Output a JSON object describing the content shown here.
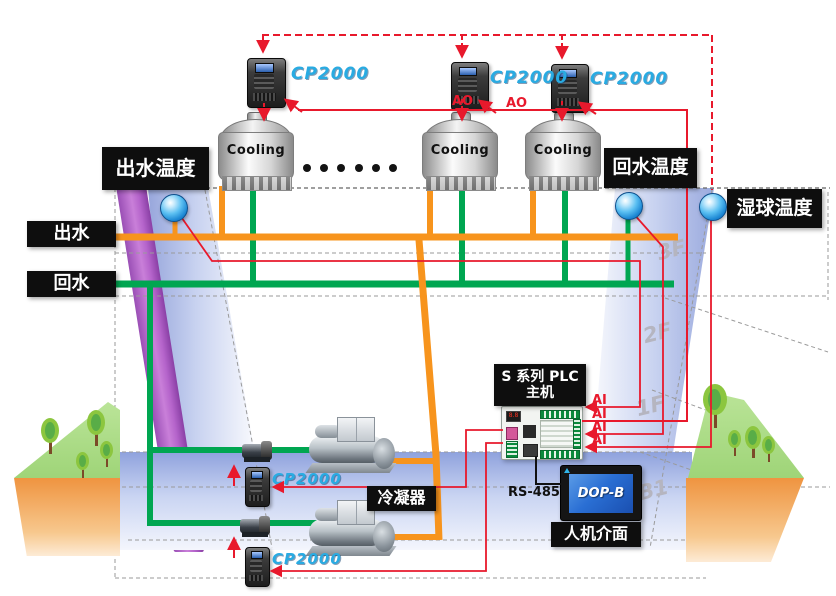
{
  "diagram": {
    "towers": [
      {
        "label": "Cooling"
      },
      {
        "label": "Cooling"
      },
      {
        "label": "Cooling"
      }
    ],
    "drives_top": [
      {
        "label": "CP2000"
      },
      {
        "label": "CP2000"
      },
      {
        "label": "CP2000"
      }
    ],
    "drives_basement": [
      {
        "label": "CP2000"
      },
      {
        "label": "CP2000"
      }
    ],
    "ao_labels": [
      "AO",
      "AO"
    ],
    "ai_labels": [
      "AI",
      "AI",
      "AI",
      "AI"
    ],
    "sensor_labels": {
      "outlet": "出水温度",
      "return": "回水温度",
      "wetbulb": "湿球温度"
    },
    "pipe_labels": {
      "outlet": "出水",
      "return": "回水"
    },
    "plc": {
      "title_line1": "S 系列 PLC",
      "title_line2": "主机",
      "bus_label": "RS-485"
    },
    "hmi": {
      "label": "人机介面",
      "logo": "DOP-B"
    },
    "condenser_label": "冷凝器",
    "floor_labels": [
      "3F",
      "2F",
      "1F",
      "B1"
    ],
    "colors": {
      "signal_red": "#e8192c",
      "pipe_orange": "#f7941d",
      "pipe_green": "#00a651",
      "brand_cyan": "#29abe2",
      "label_bg": "#0e0e0e"
    }
  }
}
